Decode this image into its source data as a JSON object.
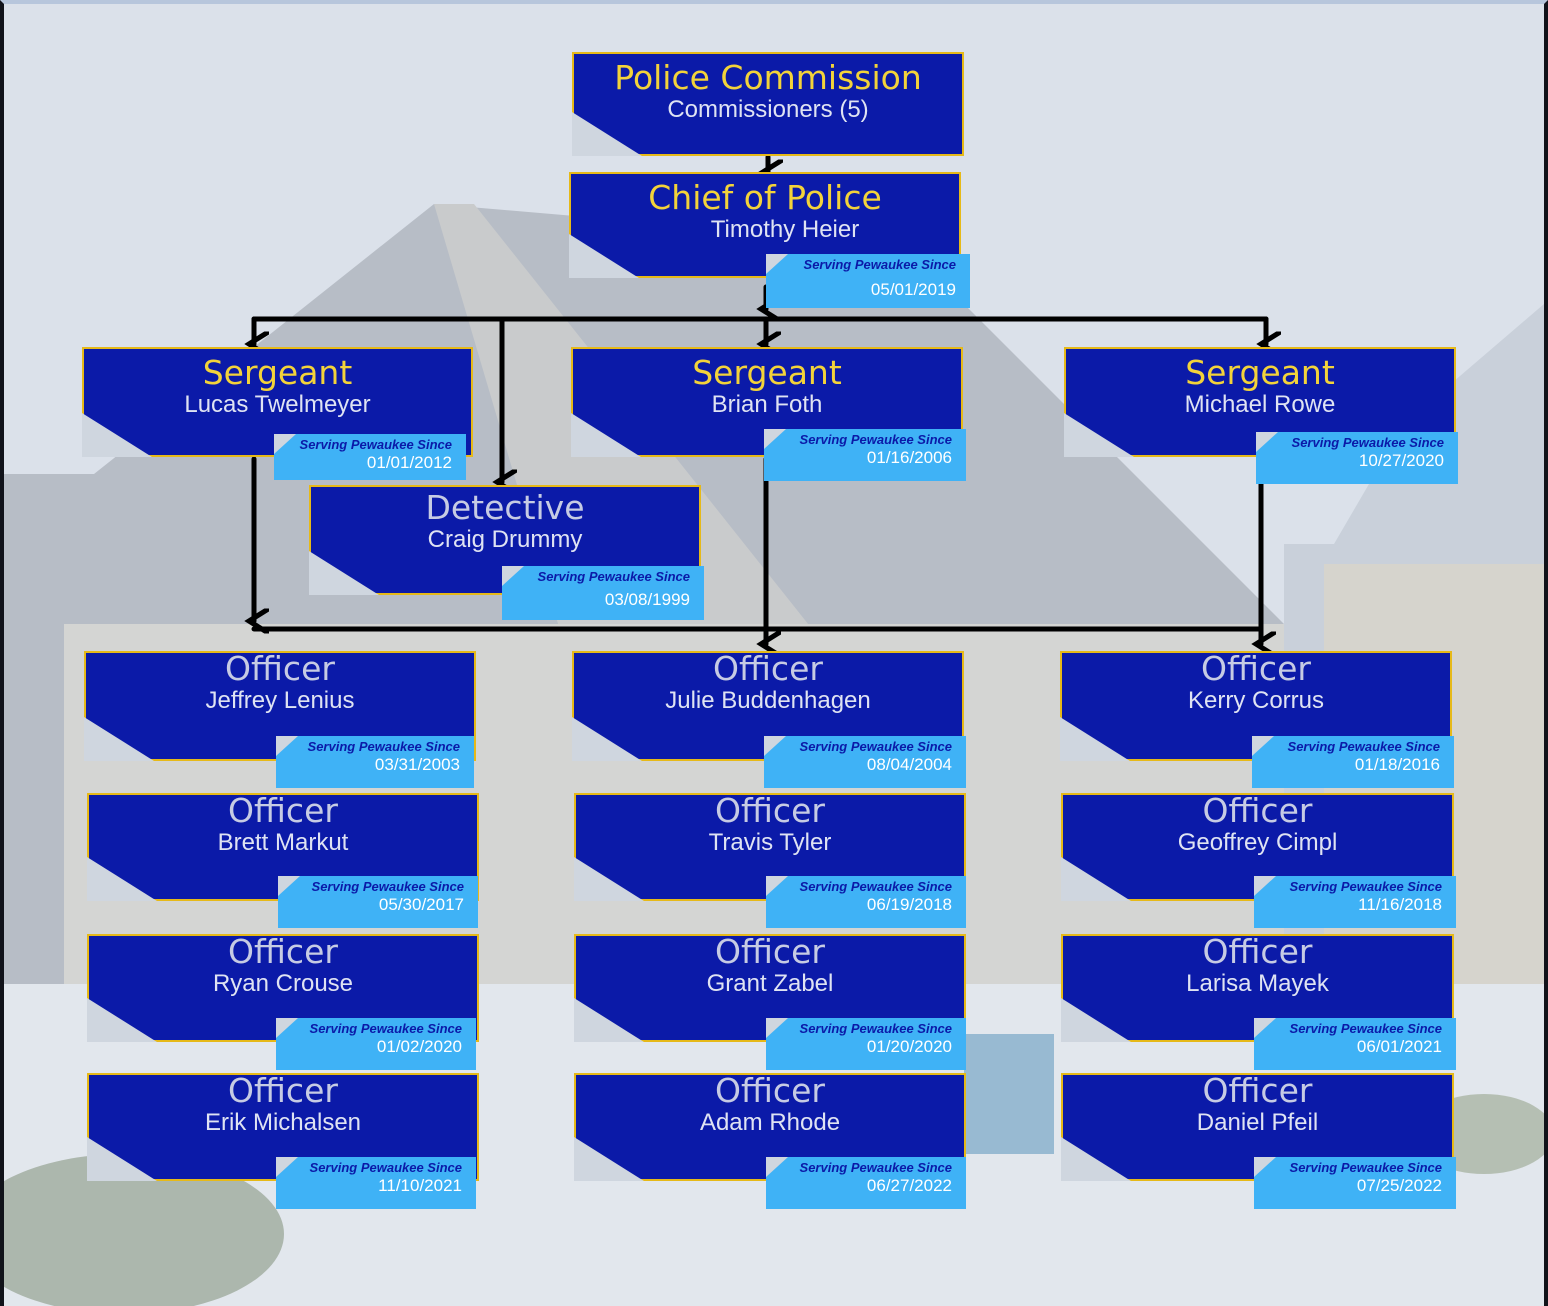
{
  "commission": {
    "title": "Police Commission",
    "subtitle": "Commissioners (5)"
  },
  "chief": {
    "title": "Chief of Police",
    "name": "Timothy Heier",
    "since_label": "Serving Pewaukee Since",
    "date": "05/01/2019"
  },
  "sergeants": [
    {
      "title": "Sergeant",
      "name": "Lucas Twelmeyer",
      "since_label": "Serving Pewaukee Since",
      "date": "01/01/2012"
    },
    {
      "title": "Sergeant",
      "name": "Brian Foth",
      "since_label": "Serving Pewaukee Since",
      "date": "01/16/2006"
    },
    {
      "title": "Sergeant",
      "name": "Michael Rowe",
      "since_label": "Serving Pewaukee Since",
      "date": "10/27/2020"
    }
  ],
  "detective": {
    "title": "Detective",
    "name": "Craig Drummy",
    "since_label": "Serving Pewaukee Since",
    "date": "03/08/1999"
  },
  "officers": [
    {
      "title": "Officer",
      "name": "Jeffrey Lenius",
      "since_label": "Serving Pewaukee Since",
      "date": "03/31/2003"
    },
    {
      "title": "Officer",
      "name": "Julie Buddenhagen",
      "since_label": "Serving Pewaukee Since",
      "date": "08/04/2004"
    },
    {
      "title": "Officer",
      "name": "Kerry Corrus",
      "since_label": "Serving Pewaukee Since",
      "date": "01/18/2016"
    },
    {
      "title": "Officer",
      "name": "Brett Markut",
      "since_label": "Serving Pewaukee Since",
      "date": "05/30/2017"
    },
    {
      "title": "Officer",
      "name": "Travis Tyler",
      "since_label": "Serving Pewaukee Since",
      "date": "06/19/2018"
    },
    {
      "title": "Officer",
      "name": "Geoffrey Cimpl",
      "since_label": "Serving Pewaukee Since",
      "date": "11/16/2018"
    },
    {
      "title": "Officer",
      "name": "Ryan Crouse",
      "since_label": "Serving Pewaukee Since",
      "date": "01/02/2020"
    },
    {
      "title": "Officer",
      "name": "Grant Zabel",
      "since_label": "Serving Pewaukee Since",
      "date": "01/20/2020"
    },
    {
      "title": "Officer",
      "name": "Larisa Mayek",
      "since_label": "Serving Pewaukee Since",
      "date": "06/01/2021"
    },
    {
      "title": "Officer",
      "name": "Erik Michalsen",
      "since_label": "Serving Pewaukee Since",
      "date": "11/10/2021"
    },
    {
      "title": "Officer",
      "name": "Adam Rhode",
      "since_label": "Serving Pewaukee Since",
      "date": "06/27/2022"
    },
    {
      "title": "Officer",
      "name": "Daniel Pfeil",
      "since_label": "Serving Pewaukee Since",
      "date": "07/25/2022"
    }
  ],
  "colors": {
    "box_fill": "#0b1aa8",
    "box_border": "#e6b918",
    "title_gold": "#f3d33a",
    "badge_fill": "#3fb2f6",
    "connector": "#000000"
  }
}
